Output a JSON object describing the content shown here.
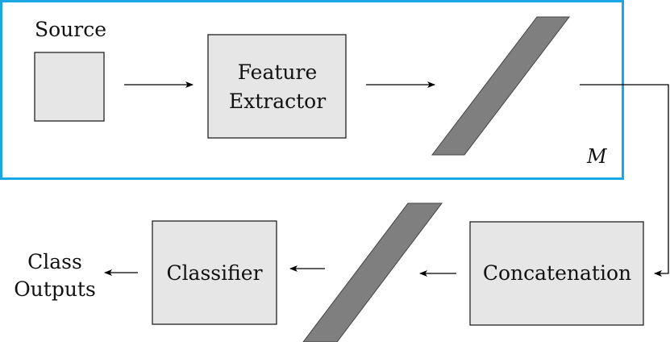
{
  "colors": {
    "module_border": "#1aa7e6",
    "box_fill": "#e6e6e6",
    "parallelogram_fill": "#7f7f7f"
  },
  "diagram": {
    "source_label": "Source",
    "feature_extractor_label": [
      "Feature",
      "Extractor"
    ],
    "module_label": "M",
    "concatenation_label": "Concatenation",
    "classifier_label": "Classifier",
    "outputs_label": [
      "Class",
      "Outputs"
    ]
  }
}
